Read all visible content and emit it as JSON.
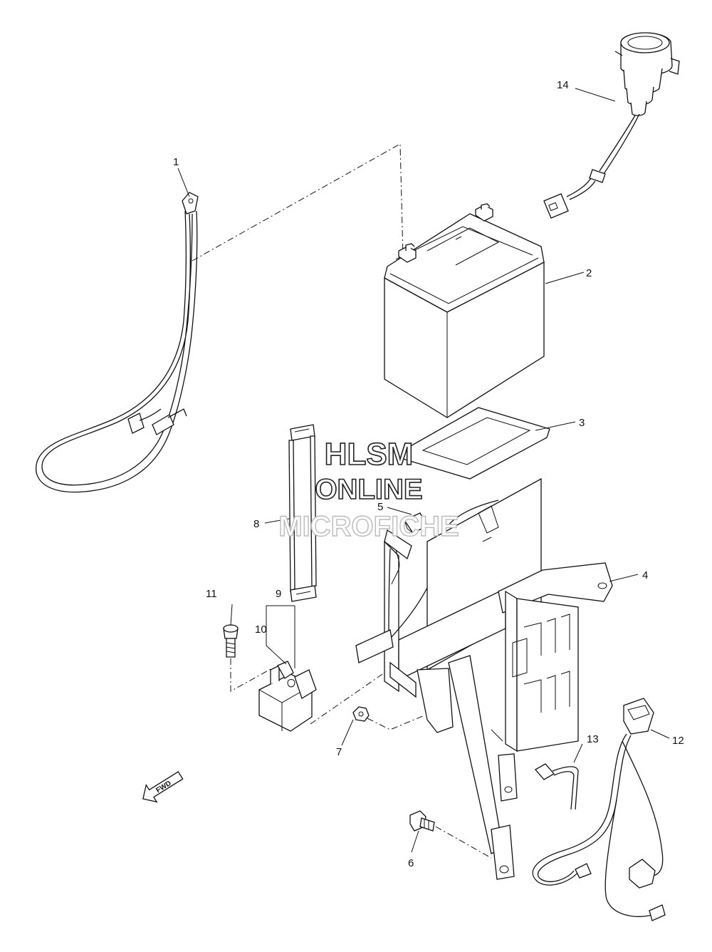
{
  "labels": {
    "p1": "1",
    "p2": "2",
    "p3": "3",
    "p4": "4",
    "p5": "5",
    "p6": "6",
    "p7": "7",
    "p8": "8",
    "p9": "9",
    "p10": "10",
    "p11": "11",
    "p12": "12",
    "p13": "13",
    "p14": "14"
  },
  "watermark": {
    "line1": "HLSM",
    "line2": "ONLINE",
    "line3": "MICROFICHE"
  },
  "fwd_label": "FWD"
}
